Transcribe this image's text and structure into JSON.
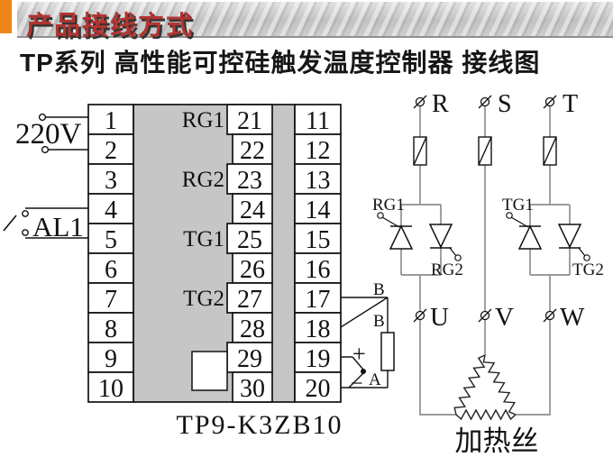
{
  "header": {
    "banner_title": "产品接线方式"
  },
  "title": "TP系列 高性能可控硅触发温度控制器 接线图",
  "terminal_block": {
    "left_terminals": [
      "1",
      "2",
      "3",
      "4",
      "5",
      "6",
      "7",
      "8",
      "9",
      "10"
    ],
    "middle_terminals": [
      "21",
      "22",
      "23",
      "24",
      "25",
      "26",
      "27",
      "28",
      "29",
      "30"
    ],
    "right_terminals": [
      "11",
      "12",
      "13",
      "14",
      "15",
      "16",
      "17",
      "18",
      "19",
      "20"
    ],
    "gate_row_labels": [
      "RG1",
      "RG2",
      "TG1",
      "TG2"
    ],
    "model": "TP9-K3ZB10"
  },
  "left_inputs": {
    "power": "220V",
    "alarm": "AL1"
  },
  "power_circuit": {
    "phases": [
      "R",
      "S",
      "T"
    ],
    "outputs": [
      "U",
      "V",
      "W"
    ],
    "r_gate_top": "RG1",
    "r_gate_bottom": "RG2",
    "t_gate_top": "TG1",
    "t_gate_bottom": "TG2",
    "load": "加热丝"
  },
  "feedback": {
    "b_top": "B",
    "b_mid": "B",
    "a": "A",
    "plus": "+",
    "minus": "−"
  },
  "colors": {
    "accent_orange": "#ef861c",
    "title_red": "#b13431",
    "body_gray": "#c6c6c6",
    "wire_gray": "#8f8f8f"
  }
}
